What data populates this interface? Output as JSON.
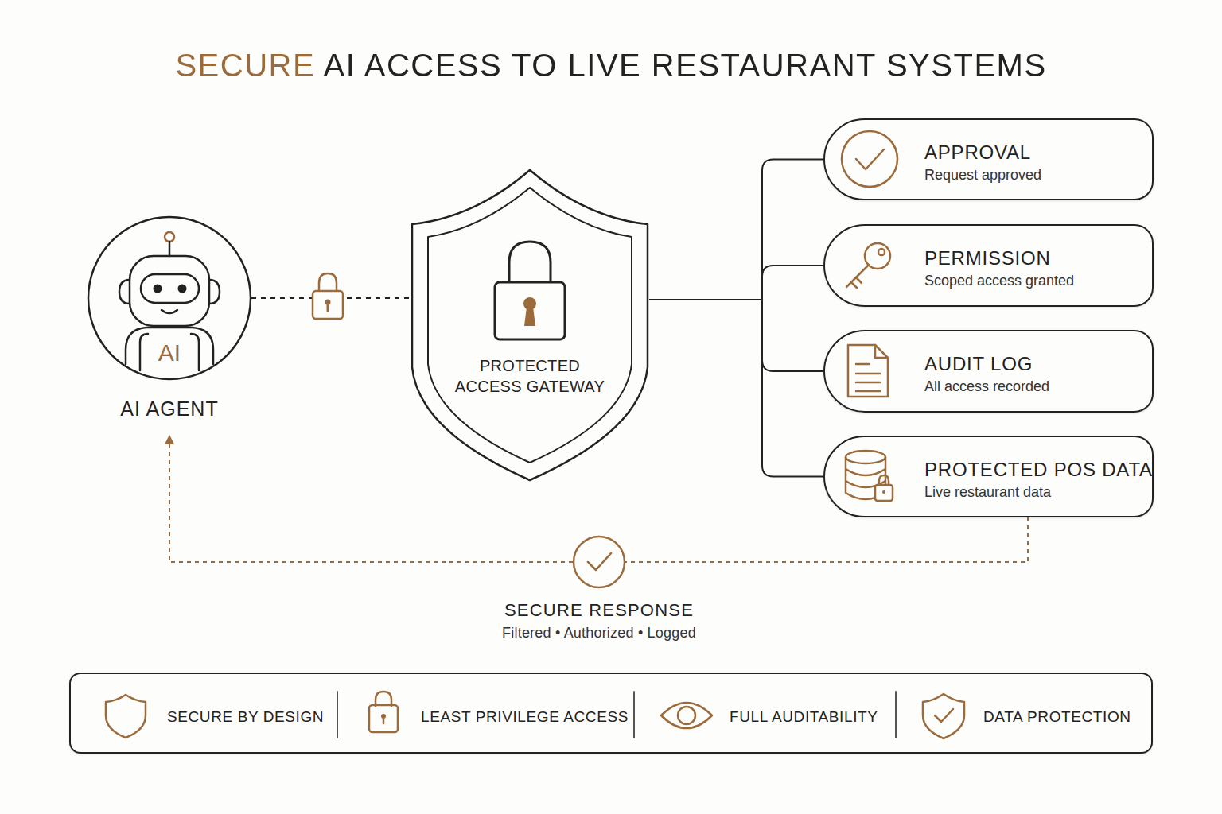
{
  "diagram": {
    "title": "SECURE AI ACCESS TO LIVE RESTAURANT SYSTEMS",
    "nodes": [
      {
        "text": [
          "AI",
          "AI AGENT"
        ]
      },
      {
        "text": [
          "PROTECTED ACCESS GATEWAY"
        ]
      },
      {
        "text": [
          "APPROVAL",
          "Request approved"
        ]
      },
      {
        "text": [
          "PERMISSION",
          "Scoped access granted"
        ]
      },
      {
        "text": [
          "AUDIT LOG",
          "All access recorded"
        ]
      },
      {
        "text": [
          "PROTECTED POS DATA",
          "Live restaurant data"
        ]
      },
      {
        "text": [
          "SECURE RESPONSE",
          "Filtered • Authorized • Logged"
        ]
      },
      {
        "text": [
          "SECURE BY DESIGN",
          "LEAST PRIVILEGE ACCESS",
          "FULL AUDITABILITY",
          "DATA PROTECTION"
        ]
      }
    ],
    "edges": [
      {
        "from": 0,
        "to": 1,
        "arrow": "none"
      },
      {
        "from": 1,
        "to": 2,
        "arrow": "none"
      },
      {
        "from": 1,
        "to": 3,
        "arrow": "none"
      },
      {
        "from": 1,
        "to": 4,
        "arrow": "none"
      },
      {
        "from": 1,
        "to": 5,
        "arrow": "none"
      },
      {
        "from": 5,
        "to": 6,
        "arrow": "none"
      },
      {
        "from": 6,
        "to": 0,
        "arrow": "to"
      }
    ]
  }
}
